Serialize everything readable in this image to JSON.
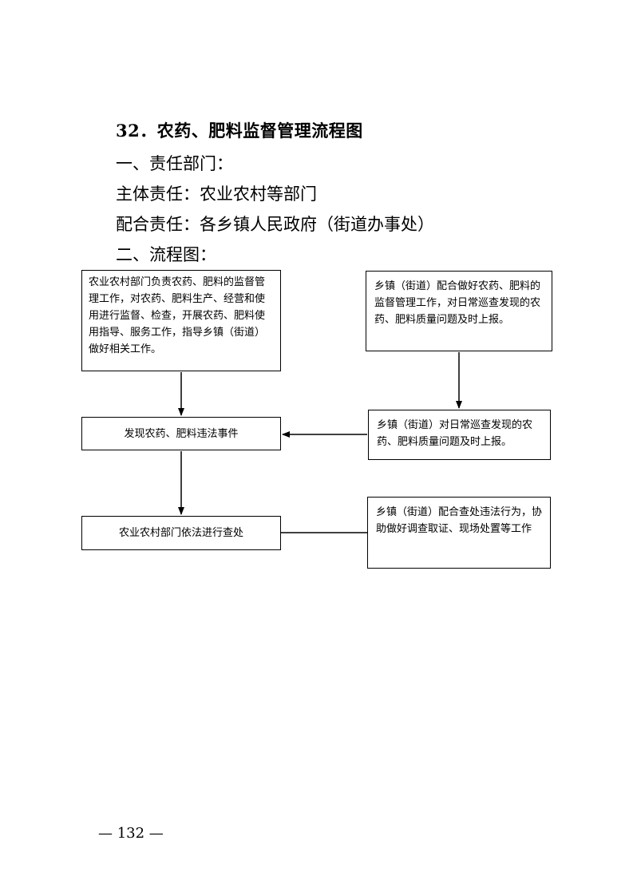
{
  "document": {
    "title": "32．农药、肥料监督管理流程图",
    "section1_heading": "一、责任部门：",
    "main_responsibility": "主体责任：农业农村等部门",
    "cooperating_responsibility": "配合责任：各乡镇人民政府（街道办事处）",
    "section2_heading": "二、流程图："
  },
  "flowchart": {
    "box_dept_duty": "农业农村部门负责农药、肥料的监督管理工作，对农药、肥料生产、经营和使用进行监督、检查，开展农药、肥料使用指导、服务工作，指导乡镇（街道）做好相关工作。",
    "box_town_cooperate": "乡镇（街道）配合做好农药、肥料的监督管理工作，对日常巡查发现的农药、肥料质量问题及时上报。",
    "box_violation_found": "发现农药、肥料违法事件",
    "box_town_report": "乡镇（街道）对日常巡查发现的农药、肥料质量问题及时上报。",
    "box_dept_investigate": "农业农村部门依法进行查处",
    "box_town_assist": "乡镇（街道）配合查处违法行为，协助做好调查取证、现场处置等工作"
  },
  "footer": {
    "page_number": "— 132 —"
  }
}
